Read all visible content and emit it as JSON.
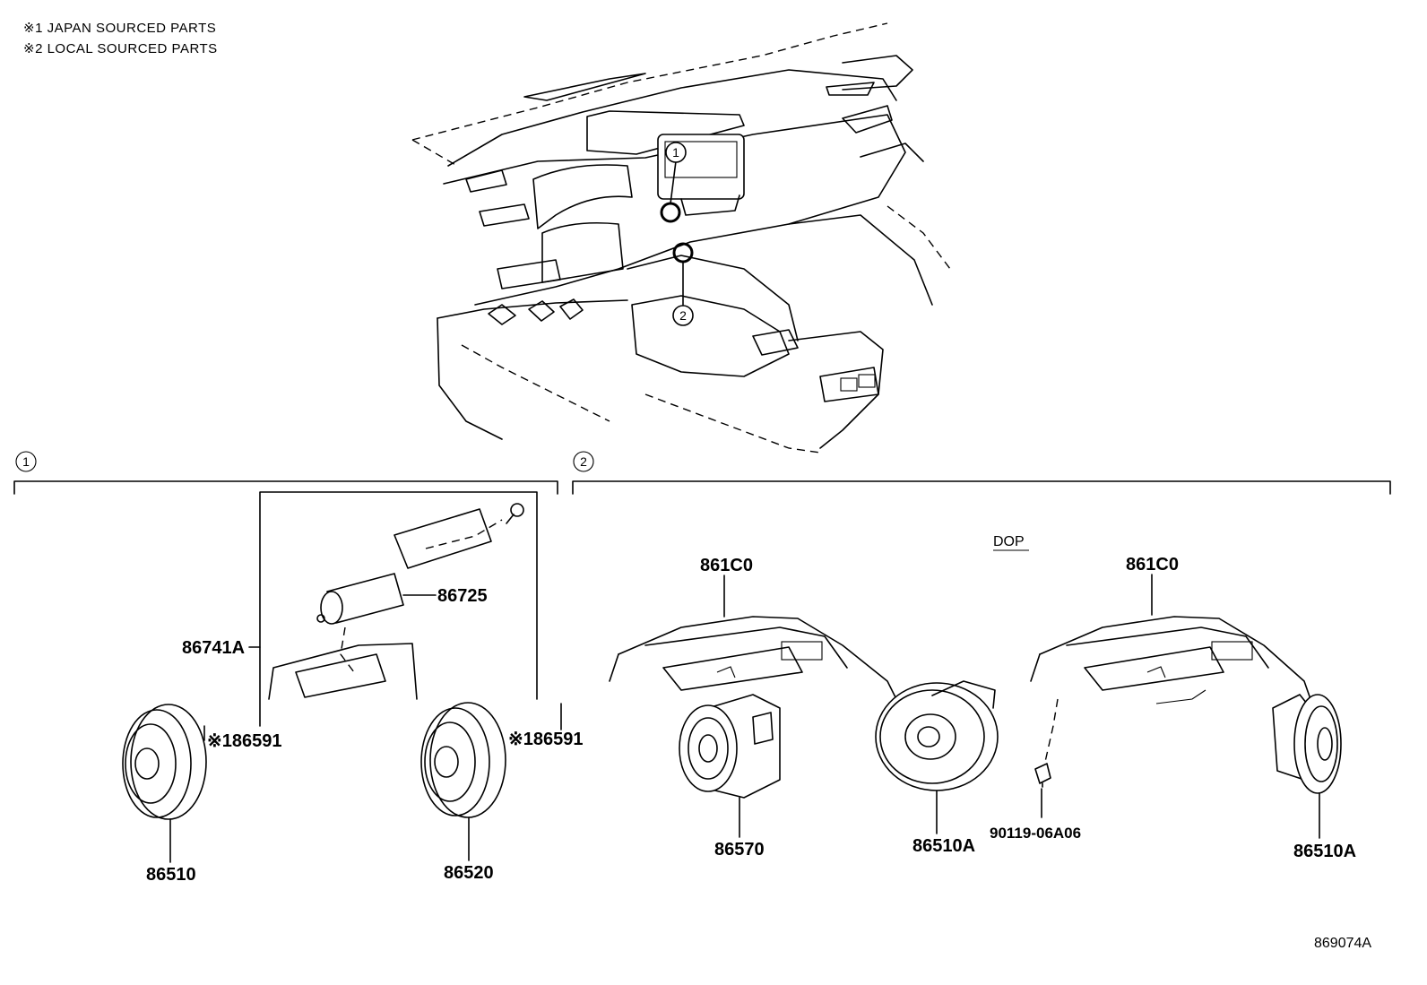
{
  "notes": {
    "note1": "※1 JAPAN SOURCED PARTS",
    "note2": "※2 LOCAL SOURCED PARTS"
  },
  "callouts": {
    "c1": "1",
    "c2": "2"
  },
  "section1": {
    "index": "1",
    "labels": {
      "p86725": "86725",
      "p86741A": "86741A",
      "p86591_left": "※186591",
      "p86591_right": "※186591",
      "p86510": "86510",
      "p86520": "86520"
    }
  },
  "section2": {
    "index": "2",
    "dop": "DOP",
    "labels": {
      "p861C0_left": "861C0",
      "p861C0_right": "861C0",
      "p86570": "86570",
      "p86510A_mid": "86510A",
      "p90119": "90119-06A06",
      "p86510A_right": "86510A"
    }
  },
  "reference": "869074A"
}
